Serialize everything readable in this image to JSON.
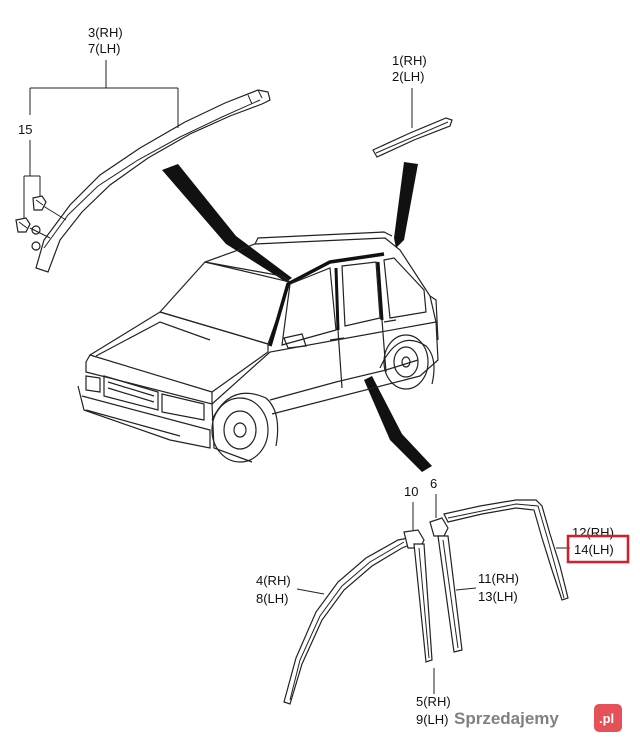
{
  "labels": {
    "p3": "3(RH)",
    "p7": "7(LH)",
    "p15": "15",
    "p1": "1(RH)",
    "p2": "2(LH)",
    "p10": "10",
    "p6": "6",
    "p12": "12(RH)",
    "p14": "14(LH)",
    "p4": "4(RH)",
    "p8": "8(LH)",
    "p11": "11(RH)",
    "p13": "13(LH)",
    "p5": "5(RH)",
    "p9": "9(LH)"
  },
  "watermark": {
    "text": "Sprzedajemy",
    "suffix": ".pl"
  },
  "colors": {
    "highlight": "#d21f2b",
    "watermark_badge": "#e2323c"
  }
}
